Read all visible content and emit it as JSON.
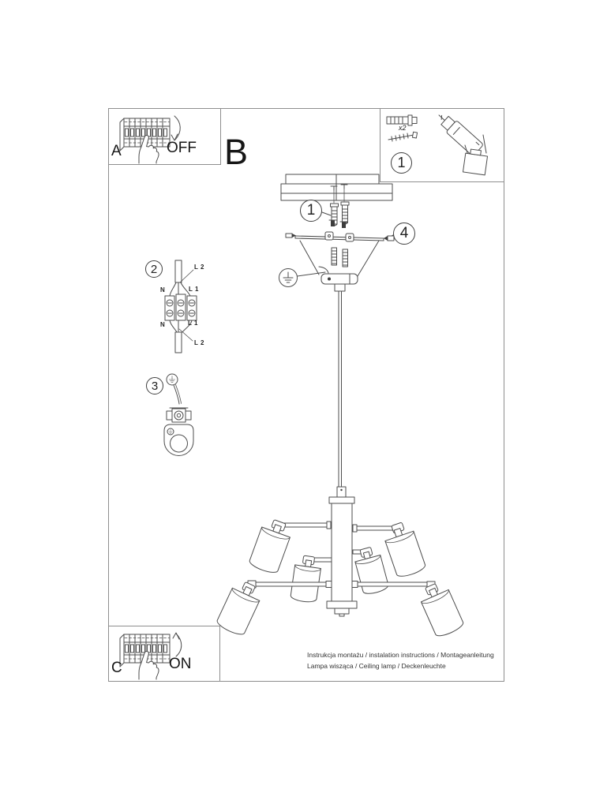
{
  "document": {
    "label_a": "A",
    "switch_off": "OFF",
    "section_b": "B",
    "label_c": "C",
    "switch_on": "ON",
    "footer_line1": "Instrukcja montażu / instalation instructions / Montageanleitung",
    "footer_line2": "Lampa wisząca / Ceiling lamp / Deckenleuchte"
  },
  "parts_box": {
    "callout": "1",
    "anchor_quantity": "x2"
  },
  "callouts": {
    "anchor_step": "1",
    "wiring_step": "2",
    "ground_step": "3",
    "screw_step": "4"
  },
  "terminal": {
    "top_l2": "L 2",
    "top_n": "N",
    "top_l1": "L 1",
    "bottom_n": "N",
    "bottom_l1": "L 1",
    "bottom_l2": "L 2"
  },
  "icons": {
    "earth_ground_icon": "⏚"
  },
  "colors": {
    "line": "#4d4d4d",
    "frame": "#8e8e8e",
    "text": "#1a1a1a"
  }
}
